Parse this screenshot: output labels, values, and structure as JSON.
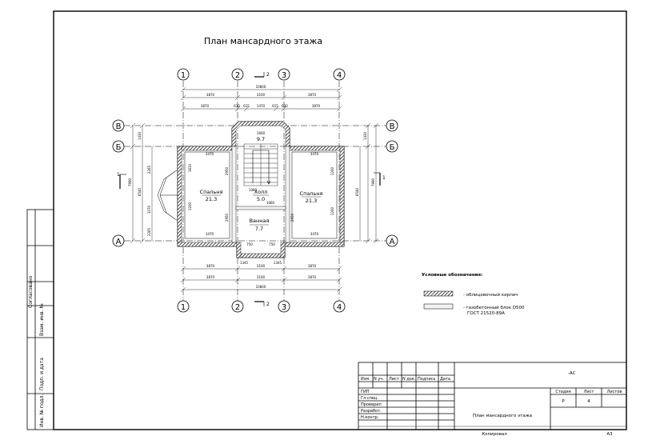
{
  "drawing": {
    "title": "План мансардного этажа",
    "axes_vertical": [
      "1",
      "2",
      "3",
      "4"
    ],
    "axes_horizontal": [
      "В",
      "Б",
      "А"
    ],
    "section_mark": "1",
    "section_mark_2": "2",
    "dims": {
      "overall": "10840",
      "span_12": "3870",
      "span_23": "3100",
      "span_34": "3870",
      "wall_a": "630",
      "wall_b": "615",
      "mid": "1470",
      "stair_w": "1600",
      "left_h": "1430",
      "side_total": "7990",
      "mid_total": "6540",
      "room_w": "3470",
      "room_h": "1070",
      "hall_w": "1060",
      "bath_w": "750",
      "gap": "1345",
      "v2950": "2950",
      "v1200": "1200",
      "v1610": "1610",
      "v2265": "2265",
      "v1070": "1070"
    },
    "rooms": [
      {
        "name": "Спальня",
        "area": "21.3"
      },
      {
        "name": "Холл",
        "area": "5.0"
      },
      {
        "name": "Ванная",
        "area": "7.7"
      },
      {
        "name": "Спальня",
        "area": "21.3"
      },
      {
        "name": "",
        "area": "9.7"
      }
    ]
  },
  "legend": {
    "heading": "Условные обозначения:",
    "items": [
      {
        "label": "- облицовочный кирпич"
      },
      {
        "label": "- газобетонный блок D500",
        "label2": "ГОСТ 21520-89А"
      }
    ]
  },
  "side_stamp": {
    "agreed": "Согласовано",
    "rows": [
      "Взам. инв. №",
      "Подп. и дата",
      "Инв. № подл."
    ]
  },
  "title_block": {
    "headers": [
      "Изм.",
      "N уч.",
      "Лист",
      "N док.",
      "Подпись",
      "Дата"
    ],
    "roles": [
      "ГИП",
      "Гл.спец.",
      "Проверил",
      "Разработ.",
      "Н.контр."
    ],
    "code": "-АС",
    "stage_label": "Стадия",
    "sheet_label": "Лист",
    "sheets_label": "Листов",
    "stage": "Р",
    "sheet": "4",
    "sheets": "",
    "sheet_name": "План мансардного этажа",
    "copied": "Копировал",
    "format": "А3"
  }
}
